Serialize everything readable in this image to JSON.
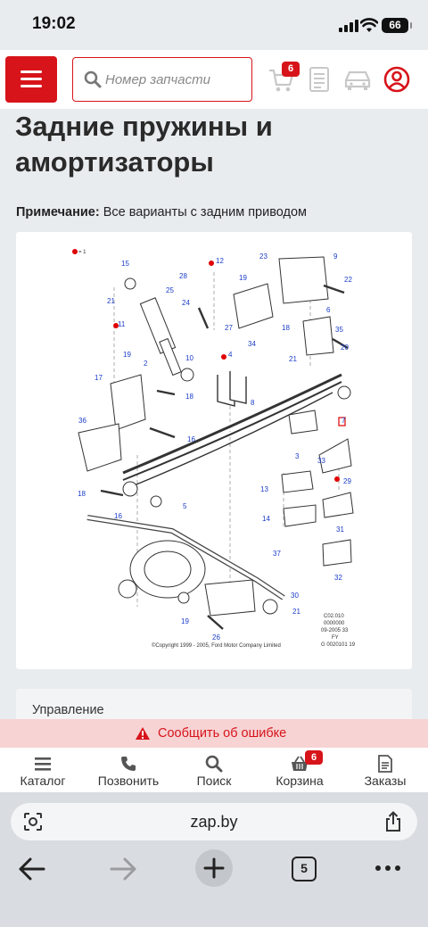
{
  "status_bar": {
    "time": "19:02",
    "battery": "66"
  },
  "header": {
    "search_placeholder": "Номер запчасти",
    "cart_count": "6"
  },
  "page": {
    "title": "Задние пружины и амортизаторы",
    "note_label": "Примечание:",
    "note_text": " Все варианты с задним приводом",
    "section_label": "Управление"
  },
  "diagram": {
    "legend": "= 1",
    "callouts": [
      "15",
      "21",
      "25",
      "24",
      "11",
      "12",
      "28",
      "27",
      "34",
      "23",
      "9",
      "19",
      "22",
      "6",
      "18",
      "35",
      "21",
      "20",
      "19",
      "2",
      "10",
      "4",
      "17",
      "18",
      "8",
      "7",
      "3",
      "36",
      "16",
      "33",
      "29",
      "18",
      "13",
      "14",
      "5",
      "16",
      "31",
      "37",
      "32",
      "30",
      "21",
      "19",
      "26"
    ],
    "codes": [
      "C02.010",
      "0000000",
      "09-2005 33",
      "FY",
      "G 0020101 19"
    ],
    "copyright": "©Copyright 1999 - 2005, Ford Motor Company Limited"
  },
  "report": {
    "label": "Сообщить об ошибке"
  },
  "bottom_nav": [
    {
      "label": "Каталог",
      "icon": "catalog-icon"
    },
    {
      "label": "Позвонить",
      "icon": "phone-icon"
    },
    {
      "label": "Поиск",
      "icon": "search-icon"
    },
    {
      "label": "Корзина",
      "icon": "basket-icon",
      "badge": "6"
    },
    {
      "label": "Заказы",
      "icon": "orders-icon"
    }
  ],
  "browser": {
    "url": "zap.by",
    "tabs": "5"
  },
  "colors": {
    "brand_red": "#d7141a",
    "report_bg": "#f7d3d4"
  }
}
